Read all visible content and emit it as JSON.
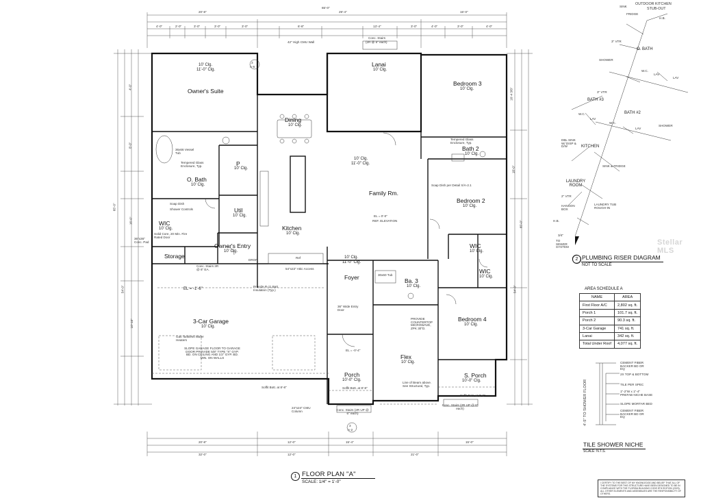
{
  "plan": {
    "overall_dim": "65'-0\"",
    "top_dims_row1": [
      "20'-8\"",
      "29'-4\"",
      "15'-0\""
    ],
    "top_dims_row2": [
      "4'-0\"",
      "2'-0\"",
      "3'-0\"",
      "3'-0\"",
      "3'-0\"",
      "6'-8\"",
      "13'-4\"",
      "3'-0\"",
      "4'-0\"",
      "3'-0\"",
      "4'-0\""
    ],
    "left_dims": [
      "65'-0\"",
      "54'-0\"",
      "4'-0\"",
      "8'-0\"",
      "16'-0\"",
      "10'-10\""
    ],
    "right_dims": [
      "65'-0\"",
      "54'-0\"",
      "16'-4 3/8\"",
      "18'-0\""
    ],
    "bottom_dims_row1": [
      "20'-8\"",
      "12'-0\"",
      "15'-4\"",
      "15'-0\""
    ],
    "bottom_dims_row2": [
      "32'-0\"",
      "12'-0\"",
      "21'-0\""
    ],
    "rooms": {
      "owners_suite": {
        "name": "Owner's Suite",
        "clg": "10' Clg.",
        "clg2": "11'-0\" Clg."
      },
      "dining": {
        "name": "Dining",
        "clg": "10' Clg."
      },
      "lanai": {
        "name": "Lanai",
        "clg": "10' Clg."
      },
      "bedroom3": {
        "name": "Bedroom 3",
        "clg": "10' Clg."
      },
      "bath2": {
        "name": "Bath 2",
        "clg": "10' Clg."
      },
      "family": {
        "name": "Family Rm.",
        "clg": "10' Clg.",
        "clg2": "11'-0\" Clg.",
        "ref": "EL = 0'-0\"",
        "ref2": "REF. ELEVATION"
      },
      "obath": {
        "name": "O. Bath",
        "clg": "10' Clg."
      },
      "wic1": {
        "name": "WIC",
        "clg": "10' Clg.",
        "door": "Solid Core, 20 Min. Fire Rated Door"
      },
      "pantry": {
        "name": "P",
        "clg": "10' Clg."
      },
      "util": {
        "name": "Util",
        "clg": "10' Clg."
      },
      "kitchen": {
        "name": "Kitchen",
        "clg": "10' Clg."
      },
      "bedroom2": {
        "name": "Bedroom 2",
        "clg": "10' Clg."
      },
      "wic2": {
        "name": "WIC",
        "clg": "10' Clg."
      },
      "wic3": {
        "name": "WIC",
        "clg": "10' Clg."
      },
      "owners_entry": {
        "name": "Owner's Entry",
        "clg": "10' Clg."
      },
      "storage": {
        "name": "Storage"
      },
      "foyer": {
        "name": "Foyer",
        "clg": "10' Clg.",
        "clg2": "11'-0\" Clg."
      },
      "ba3": {
        "name": "Ba. 3",
        "clg": "10' Clg."
      },
      "garage": {
        "name": "3-Car Garage",
        "clg": "10' Clg.",
        "el": "EL = -1'-6\""
      },
      "bedroom4": {
        "name": "Bedroom 4",
        "clg": "10' Clg."
      },
      "flex": {
        "name": "Flex",
        "clg": "10' Clg."
      },
      "porch": {
        "name": "Porch",
        "clg": "10'-0\" Clg."
      },
      "sporch": {
        "name": "S. Porch",
        "clg": "10'-0\" Clg."
      }
    },
    "notes": {
      "cmu_wall": "42\" High CMU Wall",
      "conc_stairs_top": "Conc. Stairs",
      "conc_stairs_top2": "(2R @ 6\" each)",
      "vessel_tub": "36x66 Vessel Tub",
      "tempered1": "Tempered Glass Enclosure, Typ.",
      "tempered2": "Tempered Glass Enclosure, Typ.",
      "soap_dish": "Soap Dish",
      "shower_controls": "Shower Controls",
      "soap_dish_detail": "Soap Dish per Detail X/A-2.1",
      "conc_pad": "36\"x36\" Conc. Pad",
      "attic_access": "54\"x22\" Attic Access",
      "batt": "Provide R-11 Batt Insulation (Typ.)",
      "conc_stairs_garage": "Conc. Stairs 3R @ 6\" EA.",
      "tankless": "Gas Tankless Water Heaters",
      "slope_garage": "SLOPE GARAGE FLOOR TO GARAGE DOOR PROVIDE 5/8\" TYPE \"X\" GYP. BD. ON CEILING AND 1/2\" GYP. BD. MIN. ON WALLS",
      "beam": "Line of Beam above. See Structural, Typ.",
      "soffit1": "Soffit Bott. at 8'-8\"",
      "soffit2": "Soffit Bott. at 8'-8\"",
      "soffit3": "Soffit Bott. at 8'-8\"",
      "cmu_column": "24\"x24\" CMU Column",
      "conc_stairs_bottom1": "Conc. Stairs (2R UP @ 6\" each)",
      "conc_stairs_bottom2": "Conc. Stairs (2R UP @ 6\" each)",
      "entry_door": "36\" Wide Entry Door",
      "provide_microwave": "PROVIDE COUNTERTOP MICROWAVE, ZPK 30\"D.",
      "drop": "DROP",
      "ref": "Ref",
      "section_mark_top": "3",
      "section_mark_top2": "A-6",
      "section_mark_bottom": "3",
      "section_mark_bottom2": "A-2",
      "tub": "30x60 Tub",
      "el_kitchen": "EL = -0'-4\""
    }
  },
  "title_block": {
    "number": "1",
    "title": "FLOOR PLAN \"A\"",
    "scale": "SCALE: 1/4\" = 1'-0\""
  },
  "riser": {
    "number": "2",
    "title": "PLUMBING RISER DIAGRAM",
    "scale": "NOT TO SCALE",
    "labels": {
      "outdoor": "OUTDOOR KITCHEN",
      "stubout": "STUB-OUT",
      "sink": "SINK",
      "fridge": "FRIDGE",
      "hb1": "H.B.",
      "vtr1": "3\" VTR",
      "obath": "O. BATH",
      "shower1": "SHOWER",
      "wc1": "W.C.",
      "lav1": "LAV",
      "lav2": "LAV",
      "vtr2": "3\" VTR",
      "bath3": "BATH #3",
      "bath2": "BATH #2",
      "wc2": "W.C.",
      "lav3": "LAV",
      "wc3": "W.C.",
      "lav4": "LAV",
      "shower2": "SHOWER",
      "kitchen": "KITCHEN",
      "dbl_sink": "DBL SINK W/ DISP & D/W",
      "sink_fridge": "SINK & FRIDGE",
      "laundry": "LAUNDRY ROOM",
      "vtr3": "2\" VTR",
      "hanson": "HANSON BOX",
      "laundry_tub": "LAUNDRY TUB ROUGH-IN",
      "hb2": "H.B.",
      "to_sewer": "TO SEWER SYSTEM",
      "size34": "3/4\""
    }
  },
  "area_schedule": {
    "title": "AREA SCHEDULE A",
    "headers": [
      "NAME",
      "AREA"
    ],
    "rows": [
      [
        "First Floor A/C",
        "2,802 sq. ft."
      ],
      [
        "Porch 1",
        "101.7 sq. ft."
      ],
      [
        "Porch 2",
        "90.3 sq. ft."
      ],
      [
        "3-Car Garage",
        "741 sq. ft."
      ],
      [
        "Lanai",
        "342 sq. ft."
      ],
      [
        "Total Under Roof",
        "4,077 sq. ft."
      ]
    ]
  },
  "niche": {
    "title": "TILE SHOWER NICHE",
    "scale": "SCALE: N.T.S.",
    "side_label": "4'-5\" TO SHOWER FLOOR",
    "labels": [
      "CEMENT FIBER BACKER BD OR EQ",
      "2X TOP & BOTTOM",
      "TILE PER SPEC",
      "1\"-2\"W x 1\"-4\" PREFAB NICHE BASE",
      "SLOPE MORTAR BED",
      "CEMENT FIBER BACKER BD OR EQ"
    ]
  },
  "certification": "I CERTIFY TO THE BEST OF MY KNOWLEDGE AND BELIEF THAT ALL OF THE SYSTEMS FOR THIS STRUCTURE HAVE BEEN DESIGNED TO BE IN COMPLIANCE WITH THE FLORIDA BUILDING CODE 8TH EDITION (2023). ALL OTHER ELEMENTS AND ASSEMBLIES ARE THE RESPONSIBILITY OF OTHERS.",
  "watermark": "Stellar MLS"
}
